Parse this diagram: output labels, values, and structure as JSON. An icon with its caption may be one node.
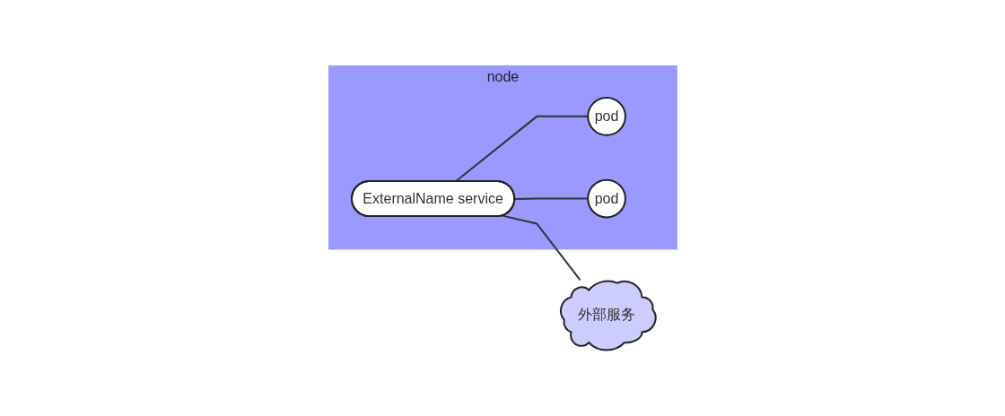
{
  "diagram": {
    "nodes": [
      {
        "text": [
          "node"
        ]
      },
      {
        "text": [
          "ExternalName service"
        ],
        "in": 0
      },
      {
        "text": [
          "pod"
        ],
        "in": 0
      },
      {
        "text": [
          "pod"
        ],
        "in": 0
      },
      {
        "text": [
          "外部服务"
        ]
      }
    ],
    "edges": [
      {
        "from": 1,
        "to": 2,
        "arrow": "none"
      },
      {
        "from": 1,
        "to": 3,
        "arrow": "none"
      },
      {
        "from": 1,
        "to": 4,
        "arrow": "none"
      }
    ]
  }
}
